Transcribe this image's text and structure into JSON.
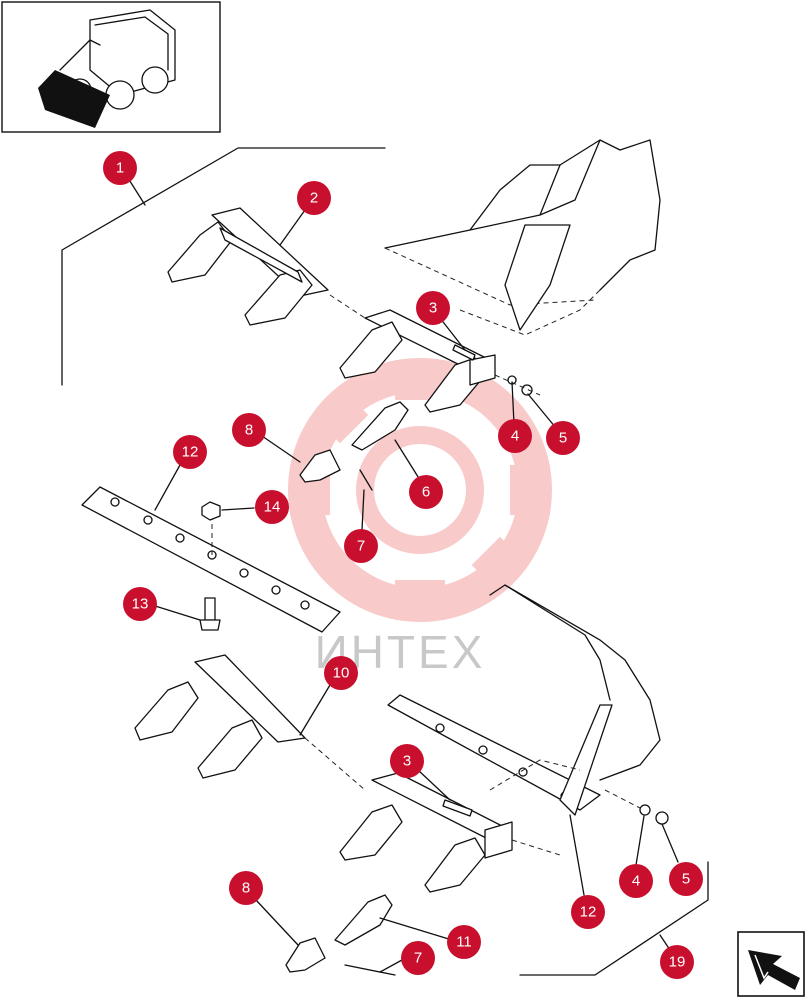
{
  "watermark": {
    "text": "ИНТЕХ"
  },
  "colors": {
    "callout": "#c8102e",
    "watermark": "#f08080",
    "line": "#111111"
  },
  "callouts": [
    {
      "id": "c1",
      "label": "1"
    },
    {
      "id": "c2",
      "label": "2"
    },
    {
      "id": "c3a",
      "label": "3"
    },
    {
      "id": "c4a",
      "label": "4"
    },
    {
      "id": "c5a",
      "label": "5"
    },
    {
      "id": "c6",
      "label": "6"
    },
    {
      "id": "c7a",
      "label": "7"
    },
    {
      "id": "c8a",
      "label": "8"
    },
    {
      "id": "c12a",
      "label": "12"
    },
    {
      "id": "c14",
      "label": "14"
    },
    {
      "id": "c13",
      "label": "13"
    },
    {
      "id": "c10",
      "label": "10"
    },
    {
      "id": "c3b",
      "label": "3"
    },
    {
      "id": "c4b",
      "label": "4"
    },
    {
      "id": "c5b",
      "label": "5"
    },
    {
      "id": "c12b",
      "label": "12"
    },
    {
      "id": "c8b",
      "label": "8"
    },
    {
      "id": "c11",
      "label": "11"
    },
    {
      "id": "c7b",
      "label": "7"
    },
    {
      "id": "c19",
      "label": "19"
    }
  ],
  "icons": {
    "thumbnail": "skid-steer-loader-icon",
    "nav": "arrow-icon"
  }
}
